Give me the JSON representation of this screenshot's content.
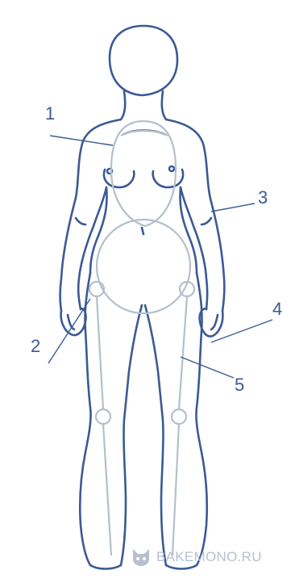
{
  "diagram": {
    "labels": [
      "1",
      "2",
      "3",
      "4",
      "5"
    ]
  },
  "watermark": {
    "text": "BAKEMONO.RU",
    "icon": "cat-face-icon"
  },
  "colors": {
    "outline": "#3b5a95",
    "guide": "#b5bfcc",
    "watermark": "#b7c0d0",
    "background": "#ffffff"
  }
}
